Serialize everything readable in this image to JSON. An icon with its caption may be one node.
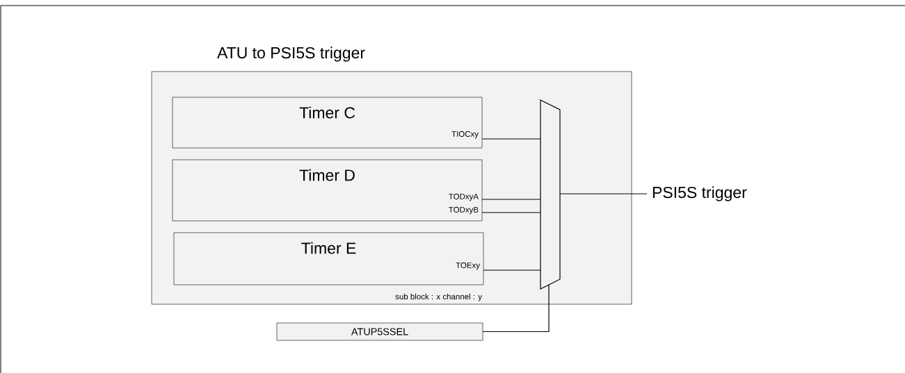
{
  "diagram": {
    "nodes": [
      {
        "text": [
          "ATU to PSI5S trigger"
        ]
      },
      {
        "text": [
          "Timer C",
          "TIOCxy"
        ],
        "in": 0
      },
      {
        "text": [
          "Timer D",
          "TODxyA",
          "TODxyB"
        ],
        "in": 0
      },
      {
        "text": [
          "Timer E",
          "TOExy"
        ],
        "in": 0
      },
      {
        "text": [],
        "shape": "trapezoid",
        "in": 0
      },
      {
        "text": [
          "ATUP5SSEL"
        ]
      },
      {
        "text": [
          "PSI5S trigger"
        ]
      }
    ],
    "edges": [
      {
        "from": 1,
        "to": 4,
        "arrow": "none"
      },
      {
        "from": 2,
        "to": 4,
        "arrow": "none"
      },
      {
        "from": 2,
        "to": 4,
        "arrow": "none"
      },
      {
        "from": 3,
        "to": 4,
        "arrow": "none"
      },
      {
        "from": 4,
        "to": 6,
        "arrow": "none"
      },
      {
        "from": 5,
        "to": 4,
        "arrow": "none"
      }
    ],
    "labels": [
      "sub block : x channel : y"
    ]
  }
}
